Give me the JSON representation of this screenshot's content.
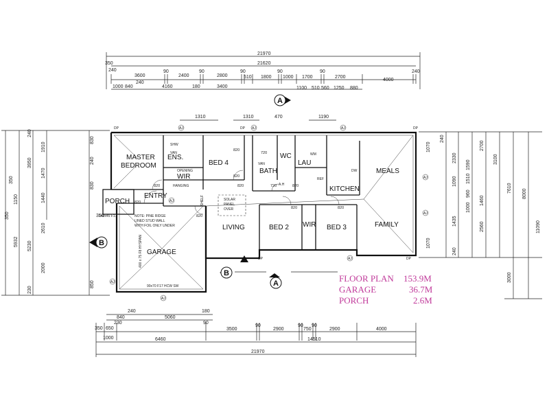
{
  "top_dims": {
    "overall": "21970",
    "overall2": "21620",
    "r1_left": "350",
    "r1_left2": "240",
    "row2": [
      "3600",
      "90",
      "2400",
      "90",
      "2800",
      "90",
      "510",
      "1800",
      "90",
      "1000",
      "1700",
      "90",
      "2700",
      "4000",
      "240"
    ],
    "row3": [
      "1000",
      "840",
      "240",
      "4160",
      "180",
      "3400",
      "1100",
      "510",
      "560",
      "1250",
      "880"
    ],
    "above_plan": [
      "1310",
      "1310",
      "470",
      "1190"
    ]
  },
  "bottom_dims": {
    "row1": [
      "240",
      "180"
    ],
    "row2": [
      "840",
      "230",
      "5060",
      "90"
    ],
    "row3": [
      "350",
      "650",
      "3500",
      "90",
      "2900",
      "90",
      "90",
      "2900",
      "4000"
    ],
    "row4": [
      "1000",
      "750",
      "6460",
      "14510"
    ],
    "overall": "21970"
  },
  "left_dims": [
    "240",
    "830",
    "3950",
    "1910",
    "350",
    "240",
    "1470",
    "1150",
    "350",
    "1440",
    "830",
    "5932",
    "2610",
    "5230",
    "2000",
    "850",
    "230",
    "350"
  ],
  "right_dims": [
    "240",
    "1070",
    "2330",
    "2700",
    "3100",
    "1590",
    "1090",
    "1510",
    "960",
    "7610",
    "8000",
    "11090",
    "1000",
    "1460",
    "1435",
    "2560",
    "240",
    "1070",
    "3000"
  ],
  "rooms": {
    "master_bedroom_l1": "MASTER",
    "master_bedroom_l2": "BEDROOM",
    "ens": "ENS.",
    "wir1": "WIR",
    "bed4": "BED 4",
    "bath": "BATH",
    "wc": "WC",
    "lau": "LAU",
    "kitchen": "KITCHEN",
    "meals": "MEALS",
    "entry": "ENTRY",
    "porch": "PORCH",
    "living": "LIVING",
    "bed2": "BED 2",
    "wir2": "WIR",
    "bed3": "BED 3",
    "family": "FAMILY",
    "garage": "GARAGE"
  },
  "annotations": {
    "solar_l1": "SOLAR",
    "solar_l2": "PANEL",
    "solar_l3": "OVER",
    "note_l1": "NOTE: PINE RIDGE",
    "note_l2": "LINED STUD WALL",
    "note_l3": "WITH FOIL ONLY UNDER",
    "hanging": "HANGING",
    "shelf": "SHELF",
    "opening": "OPENING",
    "porch_beam": "140x45 F17",
    "garage_beam": "90x70 F17 HCW SW",
    "garage_beam2": "400 x 75 F8 HYSPAN",
    "d820": "820",
    "d720": "720",
    "dp": "DP",
    "aj": "AJ",
    "shw": "SHW",
    "van": "VAN",
    "wm": "WM",
    "ref": "REF",
    "dw": "DW",
    "ah": "A.H"
  },
  "section_markers": {
    "a": "A",
    "b": "B"
  },
  "summary": {
    "floor_label": "FLOOR PLAN",
    "floor_value": "153.9M",
    "garage_label": "GARAGE",
    "garage_value": "36.7M",
    "porch_label": "PORCH",
    "porch_value": "2.6M"
  }
}
